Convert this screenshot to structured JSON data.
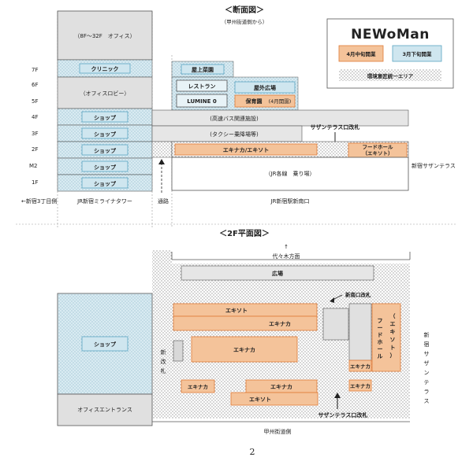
{
  "section_view": {
    "title": "＜断面図＞",
    "subtitle": "（甲州街道側から）",
    "floors": [
      "7F",
      "6F",
      "5F",
      "4F",
      "3F",
      "2F",
      "M2",
      "1F"
    ],
    "tower": {
      "office_upper": "（8F～32F　オフィス）",
      "clinic": "クリニック",
      "office_lobby": "（オフィスロビー）",
      "shop": "ショップ"
    },
    "rooftop_garden": "屋上菜園",
    "restaurant": "レストラン",
    "outdoor_plaza": "屋外広場",
    "lumine": "LUMINE 0",
    "nursery": "保育園",
    "nursery_note": "(4月開園)",
    "bus_facility": "(高速バス関連施設)",
    "taxi": "(タクシー乗降場等)",
    "sazan_gate": "サザンテラス口改札",
    "ekinaka": "エキナカ/エキソト",
    "food_hall": "フードホール",
    "food_hall_sub": "（エキソト）",
    "platform": "（JR各線　乗り場）",
    "sazan_terrace": "新宿サザンテラス",
    "bottom_labels": {
      "left": "←新宿3丁目側",
      "tower": "JR新宿ミライナタワー",
      "passage": "通路",
      "station": "JR新宿駅新南口"
    }
  },
  "legend": {
    "logo": "NEWoMan",
    "mid_april": "4月中旬開業",
    "late_march": "3月下旬開業",
    "env_area": "環境意匠統一エリア"
  },
  "plan_view": {
    "title": "＜2F平面図＞",
    "arrow_up": "↑",
    "yoyogi": "代々木方面",
    "plaza": "広場",
    "new_south_gate": "新南口改札",
    "ekisoto": "エキソト",
    "ekinaka": "エキナカ",
    "shop": "ショップ",
    "office_entrance": "オフィスエントランス",
    "shin_gate": [
      "新",
      "改",
      "札"
    ],
    "food_hall_vertical": [
      "（",
      "エ",
      "キ",
      "ソ",
      "ト",
      "）"
    ],
    "food_hall_vertical2": [
      "フ",
      "ー",
      "ド",
      "ホ",
      "ー",
      "ル"
    ],
    "sazan_vertical": [
      "新",
      "宿",
      "サ",
      "ザ",
      "ン",
      "テ",
      "ラ",
      "ス"
    ],
    "sazan_gate": "サザンテラス口改札",
    "koshu": "甲州街道側"
  },
  "page_number": "2",
  "colors": {
    "orange_fill": "#f4c39a",
    "orange_stroke": "#e07a36",
    "blue_fill": "#cfe6ef",
    "blue_stroke": "#5aa5c2",
    "gray_fill": "#e0e0e0",
    "dot_color": "#9a9a9a"
  }
}
